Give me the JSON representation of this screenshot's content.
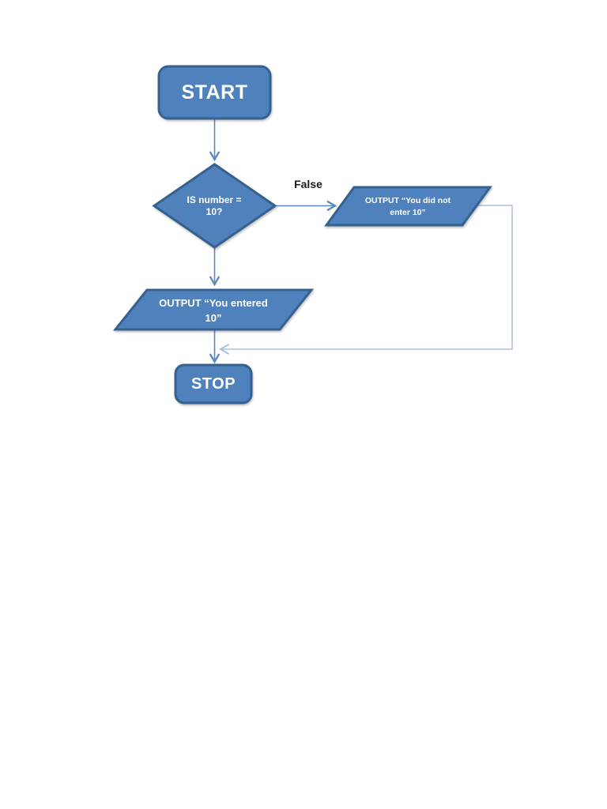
{
  "flowchart": {
    "colors": {
      "shape_fill": "#4F81BD",
      "shape_border": "#36618F",
      "connector": "#5B87BD",
      "feedback_connector": "#A8C0DE",
      "node_text": "#FFFFFF",
      "edge_label_text": "#1A1A1A",
      "page_background": "#FFFFFF"
    },
    "nodes": {
      "start": {
        "type": "terminator",
        "label": "START"
      },
      "decision": {
        "type": "decision",
        "label": "IS number = 10?"
      },
      "output_false": {
        "type": "input-output",
        "label": "OUTPUT “You did not enter 10”"
      },
      "output_true": {
        "type": "input-output",
        "label": "OUTPUT “You entered 10”"
      },
      "stop": {
        "type": "terminator",
        "label": "STOP"
      }
    },
    "edges": {
      "start_to_decision": {
        "from": "start",
        "to": "decision",
        "label": ""
      },
      "decision_false": {
        "from": "decision",
        "to": "output_false",
        "label": "False"
      },
      "decision_true": {
        "from": "decision",
        "to": "output_true",
        "label": ""
      },
      "output_true_to_stop": {
        "from": "output_true",
        "to": "stop",
        "label": ""
      },
      "output_false_to_stop": {
        "from": "output_false",
        "to": "stop",
        "label": ""
      }
    }
  }
}
